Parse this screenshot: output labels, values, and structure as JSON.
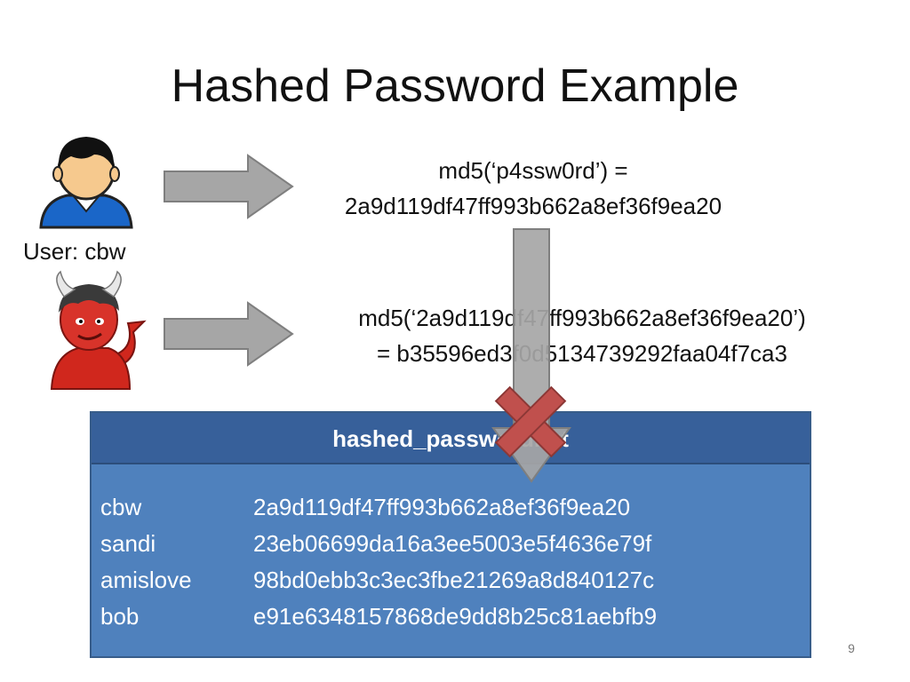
{
  "slide": {
    "title": "Hashed Password Example",
    "user_label": "User: cbw",
    "hash_line1": "md5(‘p4ssw0rd’) =",
    "hash_line2": "2a9d119df47ff993b662a8ef36f9ea20",
    "rehash_line1": "md5(‘2a9d119df47ff993b662a8ef36f9ea20’)",
    "rehash_line2": "= b35596ed3f0d5134739292faa04f7ca3",
    "page_number": "9"
  },
  "table": {
    "title": "hashed_password.txt",
    "rows": [
      {
        "user": "cbw",
        "hash": "2a9d119df47ff993b662a8ef36f9ea20"
      },
      {
        "user": "sandi",
        "hash": "23eb06699da16a3ee5003e5f4636e79f"
      },
      {
        "user": "amislove",
        "hash": "98bd0ebb3c3ec3fbe21269a8d840127c"
      },
      {
        "user": "bob",
        "hash": "e91e6348157868de9dd8b25c81aebfb9"
      }
    ]
  },
  "icons": {
    "user": "user-avatar-icon",
    "attacker": "devil-icon",
    "arrow": "right-arrow-icon",
    "down_arrow": "down-arrow-icon",
    "blocked": "red-x-icon"
  },
  "colors": {
    "table_body": "#4f81bd",
    "table_header": "#37609a",
    "arrow_fill": "#a6a6a6",
    "x_fill": "#c0504d"
  }
}
